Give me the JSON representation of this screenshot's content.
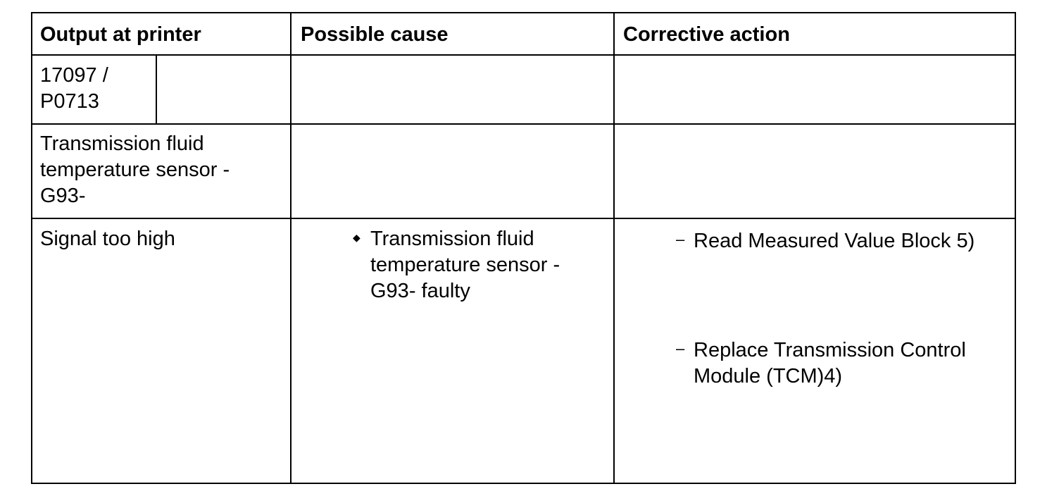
{
  "table": {
    "headers": {
      "output": "Output at printer",
      "cause": "Possible cause",
      "action": "Corrective action"
    },
    "code_row": {
      "code": "17097 / P0713"
    },
    "component_row": {
      "component": "Transmission fluid temperature sensor - G93-"
    },
    "fault_row": {
      "output": "Signal too high",
      "cause_bullet": "◆",
      "cause": "Transmission fluid temperature sensor - G93- faulty",
      "actions": [
        {
          "marker": "–",
          "text": "Read Measured Value Block 5)"
        },
        {
          "marker": "–",
          "text": "Replace Transmission Control Module (TCM)4)"
        }
      ]
    }
  }
}
